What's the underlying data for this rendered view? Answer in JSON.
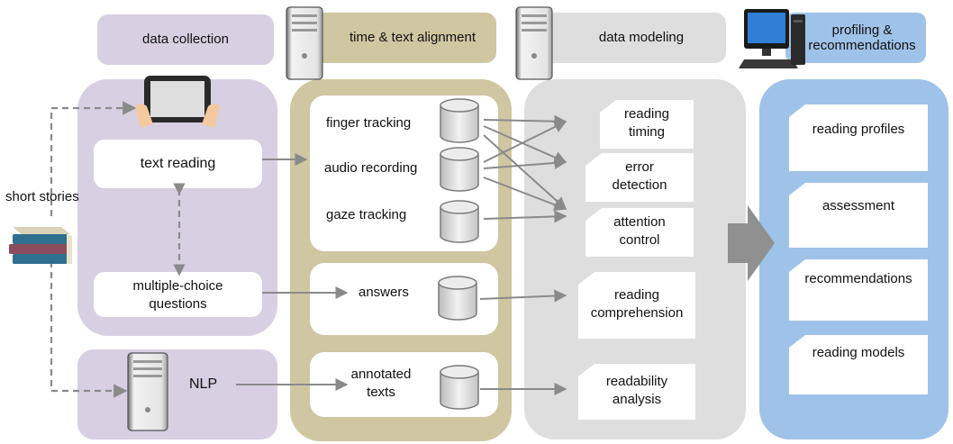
{
  "stages": {
    "collection": "data collection",
    "alignment": "time & text alignment",
    "modeling": "data modeling",
    "profiling": "profiling &\nrecommendations"
  },
  "sources": {
    "short_stories": "short stories",
    "nlp": "NLP"
  },
  "collection": {
    "text_reading": "text reading",
    "mcq": "multiple-choice\nquestions"
  },
  "alignment": {
    "finger": "finger tracking",
    "audio": "audio recording",
    "gaze": "gaze tracking",
    "answers": "answers",
    "annotated": "annotated\ntexts"
  },
  "modeling": {
    "timing": "reading\ntiming",
    "error": "error\ndetection",
    "attention": "attention\ncontrol",
    "comprehension": "reading\ncomprehension",
    "readability": "readability\nanalysis"
  },
  "outputs": {
    "profiles": "reading profiles",
    "assessment": "assessment",
    "recommendations": "recommendations",
    "models": "reading models"
  },
  "colors": {
    "collection": "#d8cfe3",
    "alignment": "#cfc6a2",
    "modeling": "#dedede",
    "profiling": "#9fc2e8"
  }
}
